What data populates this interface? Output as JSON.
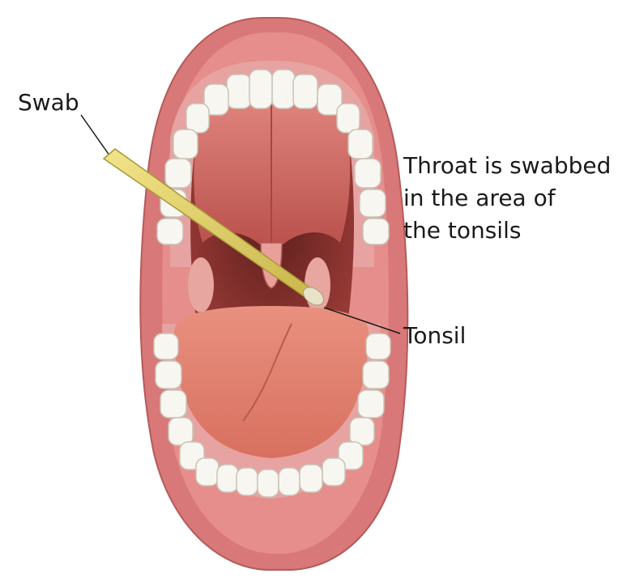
{
  "labels": {
    "swab": "Swab",
    "tonsil": "Tonsil"
  },
  "caption": {
    "line1": "Throat is swabbed",
    "line2": "in the area of",
    "line3": "the tonsils"
  },
  "colors": {
    "lip": "#d97878",
    "gum": "#e38c8e",
    "tooth": "#f8f6f1",
    "palate": "#c25a55",
    "throat": "#7a2c2a",
    "tongue": "#e07f73",
    "swab": "#e6d66a"
  }
}
